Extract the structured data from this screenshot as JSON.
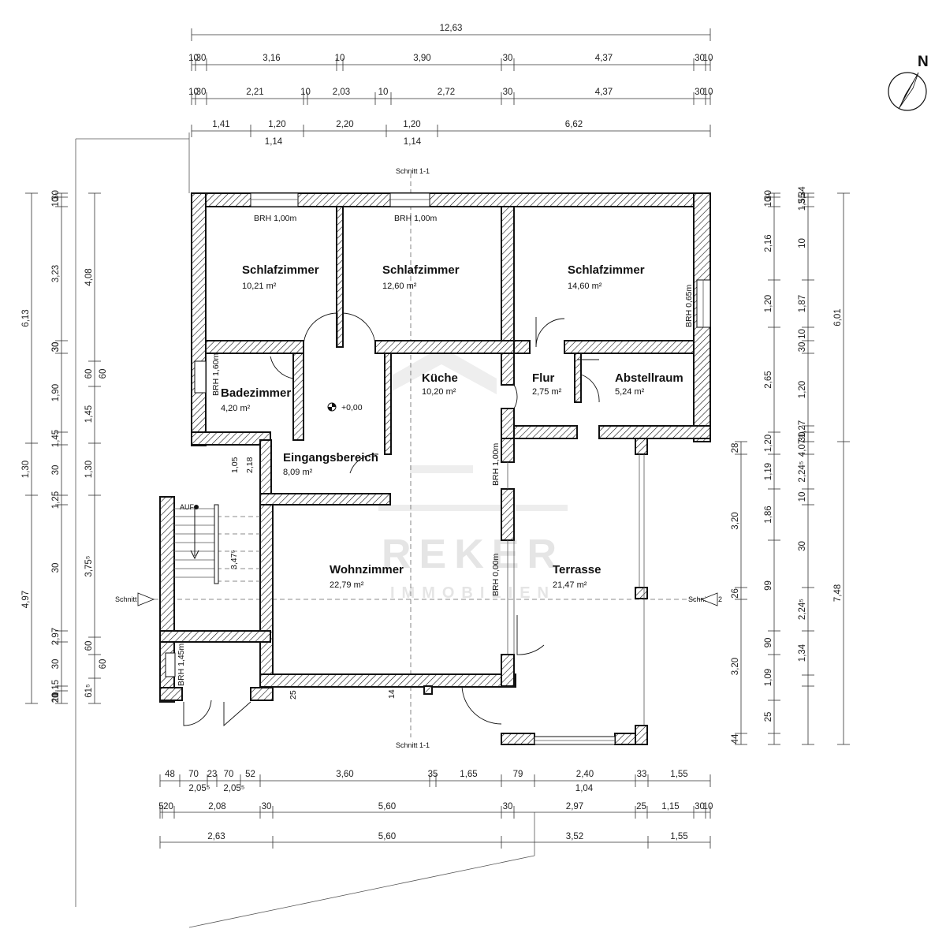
{
  "rooms": [
    {
      "name": "Schlafzimmer",
      "area": "10,21 m²"
    },
    {
      "name": "Schlafzimmer",
      "area": "12,60 m²"
    },
    {
      "name": "Schlafzimmer",
      "area": "14,60 m²"
    },
    {
      "name": "Badezimmer",
      "area": "4,20 m²"
    },
    {
      "name": "Küche",
      "area": "10,20 m²"
    },
    {
      "name": "Flur",
      "area": "2,75 m²"
    },
    {
      "name": "Abstellraum",
      "area": "5,24 m²"
    },
    {
      "name": "Eingangsbereich",
      "area": "8,09 m²"
    },
    {
      "name": "Wohnzimmer",
      "area": "22,79 m²"
    },
    {
      "name": "Terrasse",
      "area": "21,47 m²"
    }
  ],
  "labels": {
    "north": "N",
    "level": "+0,00",
    "stair_up": "AUF",
    "stair_dim": "3,47⁵",
    "section_1": "Schnitt 1-1",
    "section_2": "Schnitt 2-2",
    "brh": [
      "BRH 1,00m",
      "BRH 1,00m",
      "BRH 0,65m",
      "BRH 1,60m",
      "BRH 1,00m",
      "BRH 0,00m",
      "BRH 1,45m"
    ],
    "eingang_dims": [
      "1,05",
      "2,18"
    ],
    "misc": [
      "25",
      "14"
    ]
  },
  "watermark": {
    "logo": "REKER",
    "sub": "IMMOBILIEN"
  },
  "dimensions": {
    "top_total": "12,63",
    "top_row2": [
      "10",
      "30",
      "3,16",
      "10",
      "3,90",
      "30",
      "4,37",
      "30",
      "10"
    ],
    "top_row3": [
      "10",
      "30",
      "2,21",
      "10",
      "2,03",
      "10",
      "2,72",
      "30",
      "4,37",
      "30",
      "10"
    ],
    "top_row4": [
      "1,41",
      "1,20",
      "2,20",
      "1,20",
      "6,62"
    ],
    "top_row4_sub": [
      "1,14",
      "1,14"
    ],
    "left_outer": [
      "6,13",
      "1,30",
      "4,97"
    ],
    "left_mid": [
      "30",
      "10",
      "3,23",
      "30",
      "1,90",
      "1,45",
      "30",
      "1,25",
      "30",
      "2,97",
      "30",
      "1,15",
      "10",
      "20"
    ],
    "left_inner": [
      "4,08",
      "60",
      "60",
      "1,30",
      "3,75⁵",
      "60",
      "60",
      "61⁵"
    ],
    "right_a": [
      "28",
      "3,20",
      "26",
      "3,20",
      "44"
    ],
    "right_b": [
      "30",
      "10",
      "2,16",
      "1,20",
      "2,65",
      "1,20",
      "1,19",
      "1,86",
      "99",
      "90",
      "1,09",
      "25"
    ],
    "right_c": [
      "3,34",
      "1,55",
      "10",
      "1,87",
      "10",
      "30",
      "1,20",
      "1,27",
      "30",
      "4,07",
      "2,24⁵",
      "10",
      "30",
      "2,24⁵",
      "1,34"
    ],
    "right_d": [
      "6,01",
      "7,48"
    ],
    "bottom_row1": [
      "48",
      "70",
      "23",
      "70",
      "52",
      "3,60",
      "35",
      "1,65",
      "79",
      "2,40",
      "33",
      "1,55"
    ],
    "bottom_row1_sub": [
      "2,05⁵",
      "2,05⁵",
      "1,04"
    ],
    "bottom_row2": [
      "5",
      "20",
      "2,08",
      "30",
      "5,60",
      "30",
      "2,97",
      "25",
      "1,15",
      "30",
      "10"
    ],
    "bottom_row3": [
      "2,63",
      "5,60",
      "3,52",
      "1,55"
    ]
  }
}
